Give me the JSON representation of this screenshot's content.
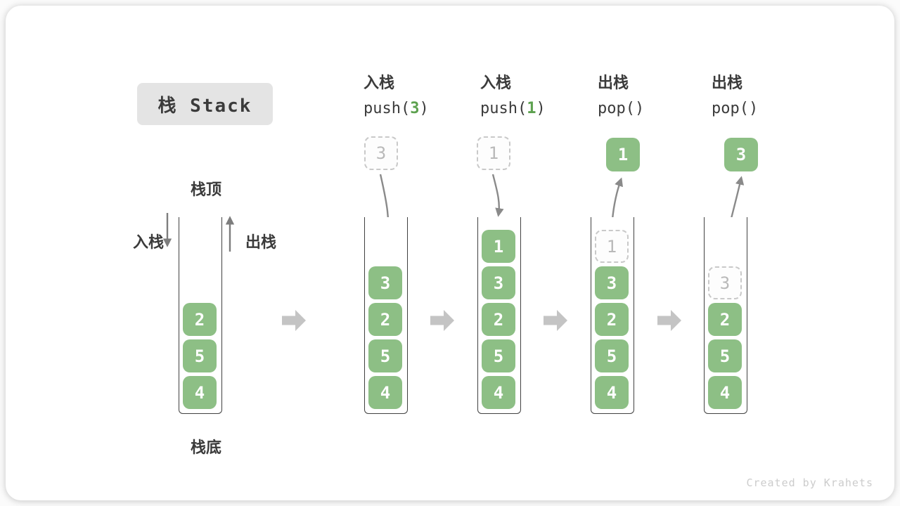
{
  "title": {
    "label": "栈 Stack"
  },
  "watermark": "Created by Krahets",
  "annotations": {
    "stack_top": "栈顶",
    "stack_bottom": "栈底",
    "push_side": "入栈",
    "pop_side": "出栈"
  },
  "colors": {
    "item_green": "#8dbf85",
    "code_arg_green": "#5da14f",
    "block_arrow_gray": "#c4c4c4",
    "flow_arrow_gray": "#8a8a8a",
    "container_border": "#414141",
    "title_bg": "#e4e4e4",
    "label_text": "#3b3b3b",
    "ghost_border": "#c9c9c9",
    "ghost_text": "#b9b9b9",
    "watermark_text": "#cccccc"
  },
  "stacks": [
    {
      "name": "stack-initial",
      "header": null,
      "floating": null,
      "items": [
        {
          "value": "2",
          "ghost": false
        },
        {
          "value": "5",
          "ghost": false
        },
        {
          "value": "4",
          "ghost": false
        }
      ]
    },
    {
      "name": "stack-after-push-3",
      "header": {
        "op": "入栈",
        "code_prefix": "push(",
        "code_arg": "3",
        "code_suffix": ")"
      },
      "floating": {
        "value": "3",
        "variant": "dashed"
      },
      "items": [
        {
          "value": "3",
          "ghost": false
        },
        {
          "value": "2",
          "ghost": false
        },
        {
          "value": "5",
          "ghost": false
        },
        {
          "value": "4",
          "ghost": false
        }
      ]
    },
    {
      "name": "stack-after-push-1",
      "header": {
        "op": "入栈",
        "code_prefix": "push(",
        "code_arg": "1",
        "code_suffix": ")"
      },
      "floating": {
        "value": "1",
        "variant": "dashed"
      },
      "items": [
        {
          "value": "1",
          "ghost": false
        },
        {
          "value": "3",
          "ghost": false
        },
        {
          "value": "2",
          "ghost": false
        },
        {
          "value": "5",
          "ghost": false
        },
        {
          "value": "4",
          "ghost": false
        }
      ]
    },
    {
      "name": "stack-after-pop-1",
      "header": {
        "op": "出栈",
        "code_prefix": "pop(",
        "code_arg": "",
        "code_suffix": ")"
      },
      "floating": {
        "value": "1",
        "variant": "solid"
      },
      "items": [
        {
          "value": "1",
          "ghost": true
        },
        {
          "value": "3",
          "ghost": false
        },
        {
          "value": "2",
          "ghost": false
        },
        {
          "value": "5",
          "ghost": false
        },
        {
          "value": "4",
          "ghost": false
        }
      ]
    },
    {
      "name": "stack-after-pop-3",
      "header": {
        "op": "出栈",
        "code_prefix": "pop(",
        "code_arg": "",
        "code_suffix": ")"
      },
      "floating": {
        "value": "3",
        "variant": "solid"
      },
      "items": [
        {
          "value": "3",
          "ghost": true
        },
        {
          "value": "2",
          "ghost": false
        },
        {
          "value": "5",
          "ghost": false
        },
        {
          "value": "4",
          "ghost": false
        }
      ]
    }
  ]
}
